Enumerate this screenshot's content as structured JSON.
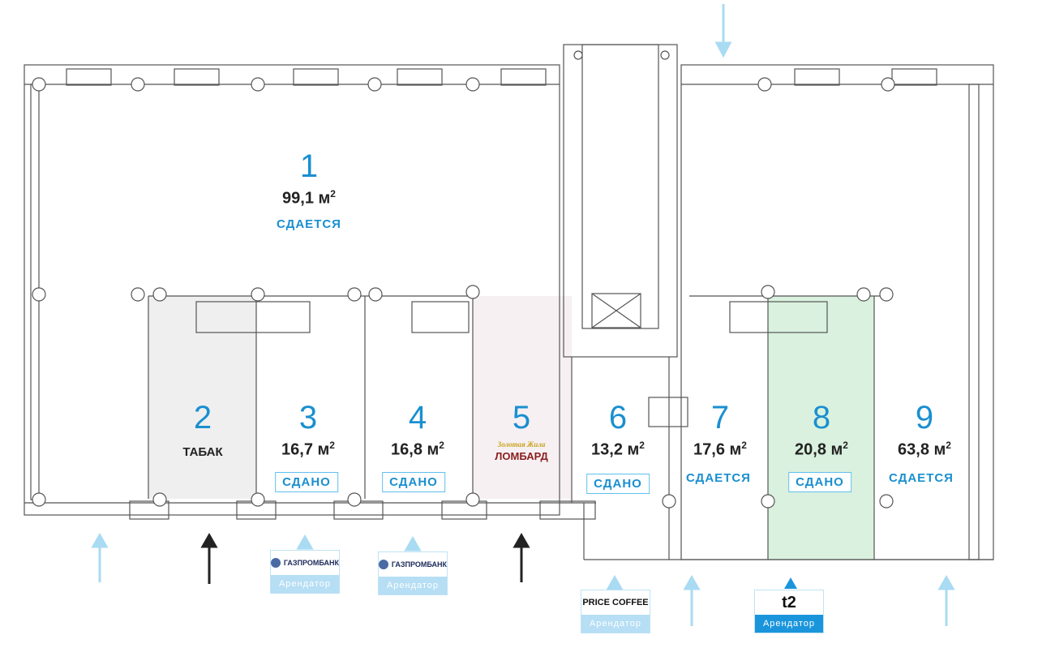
{
  "units": [
    {
      "number": "1",
      "area": "99,1 м",
      "status": "СДАЕТСЯ"
    },
    {
      "number": "2",
      "tenant": "ТАБАК"
    },
    {
      "number": "3",
      "area": "16,7 м",
      "status": "СДАНО"
    },
    {
      "number": "4",
      "area": "16,8 м",
      "status": "СДАНО"
    },
    {
      "number": "5",
      "tenant_script": "Золотая Жила",
      "tenant": "ЛОМБАРД"
    },
    {
      "number": "6",
      "area": "13,2 м",
      "status": "СДАНО"
    },
    {
      "number": "7",
      "area": "17,6 м",
      "status": "СДАЕТСЯ"
    },
    {
      "number": "8",
      "area": "20,8 м",
      "status": "СДАНО"
    },
    {
      "number": "9",
      "area": "63,8 м",
      "status": "СДАЕТСЯ"
    }
  ],
  "area_unit_sup": "2",
  "tenant_logos": [
    {
      "name": "ГАЗПРОМБАНК",
      "caption": "Арендатор"
    },
    {
      "name": "ГАЗПРОМБАНК",
      "caption": "Арендатор"
    },
    {
      "name": "PRICE COFFEE",
      "caption": "Арендатор"
    },
    {
      "name": "t2",
      "caption": "Арендатор"
    }
  ],
  "colors": {
    "accent": "#1a8fd0",
    "rented_fill": "#d9f1de",
    "tabak_fill": "#efefef",
    "lombard_fill": "#f6f0f3"
  }
}
